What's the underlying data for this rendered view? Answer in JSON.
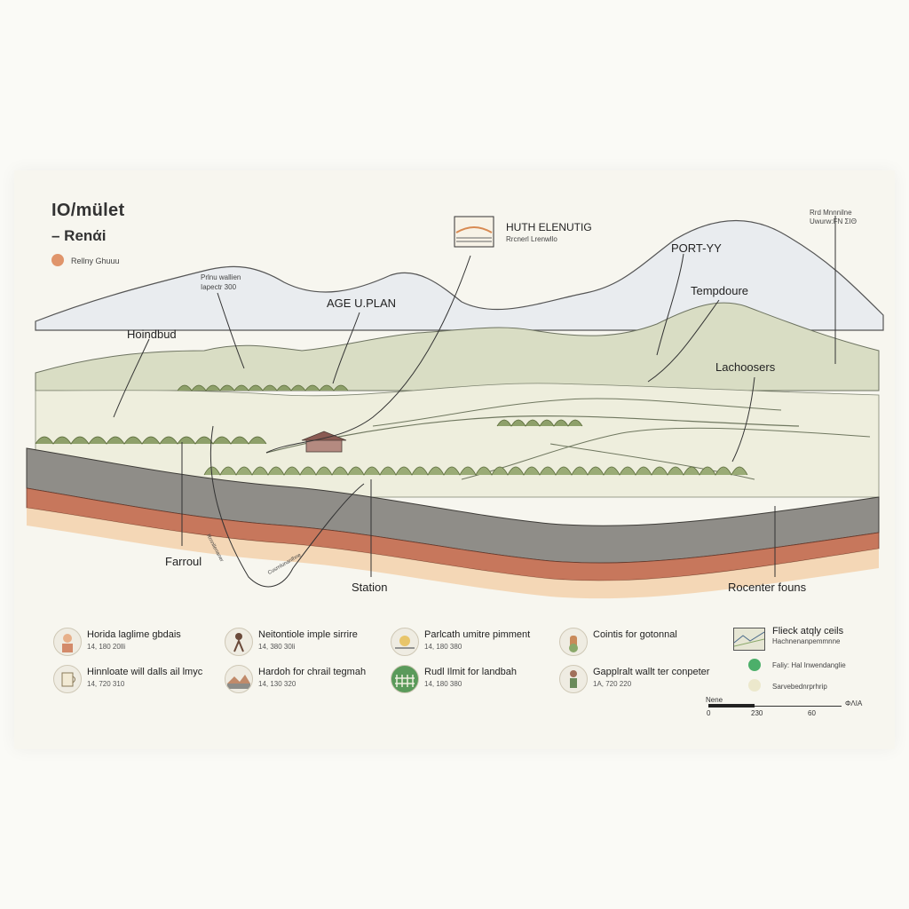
{
  "title": {
    "line1": "ΙΟ/mület",
    "line2": "– Renάi"
  },
  "legend_top": {
    "label": "Rellny Ghuuu",
    "dot_color": "#e0956b"
  },
  "callout_box": {
    "title": "HUTH ELENUTIG",
    "subtitle": "Rrcnerl Lrenwllo"
  },
  "top_right_note": {
    "line1": "Rrd Mnnnilne",
    "line2": "Uwurw:FN ΣΙΘ"
  },
  "annotations": {
    "peak_note_line1": "Prlnu wallien",
    "peak_note_line2": "Iapectr 300",
    "age_plan": "AGE U.PLAN",
    "porfty": "PORT-YY",
    "tempdoure": "Tempdoure",
    "hoindbud": "Hoindbud",
    "lachoosers": "Lachoosers",
    "farroul": "Farroul",
    "station": "Station",
    "rocenter": "Rocenter founs",
    "curve_left": "Rrnnllenaner",
    "curve_bottom": "Cusrnlunanlhne"
  },
  "items": [
    {
      "title": "Horida laglime gbdais",
      "sub": "14, 180 20lli",
      "icon": "person-icon"
    },
    {
      "title": "Neitontiole imple sirrire",
      "sub": "14, 380 30li",
      "icon": "figure-icon"
    },
    {
      "title": "Parlcath umitre pimment",
      "sub": "14, 180 380",
      "icon": "sunrise-icon"
    },
    {
      "title": "Cointis for gotonnal",
      "sub": "",
      "icon": "hand-icon"
    },
    {
      "title": "Hinnloate will dalls ail lmyc",
      "sub": "14, 720 310",
      "icon": "cup-icon"
    },
    {
      "title": "Hardoh for chrail tegmah",
      "sub": "14, 130 320",
      "icon": "landscape-icon"
    },
    {
      "title": "Rudl Ilmit for landbah",
      "sub": "14, 180 380",
      "icon": "fence-icon"
    },
    {
      "title": "Gapplralt wallt ter conpeter",
      "sub": "1A, 720 220",
      "icon": "figure2-icon"
    }
  ],
  "map_legend": {
    "title": "Flieck atqly ceils",
    "subtitle": "Hachnenanpemmnne",
    "rows": [
      {
        "label": "Faliy: Hal Inwendanglie",
        "color": "#4caf6a"
      },
      {
        "label": "Sarvebednrprhrip",
        "color": "#ece8cc"
      }
    ]
  },
  "scale_bar": {
    "title": "Nene",
    "ticks": [
      "0",
      "230",
      "60"
    ],
    "unit": "ΦΛΙΑ"
  }
}
